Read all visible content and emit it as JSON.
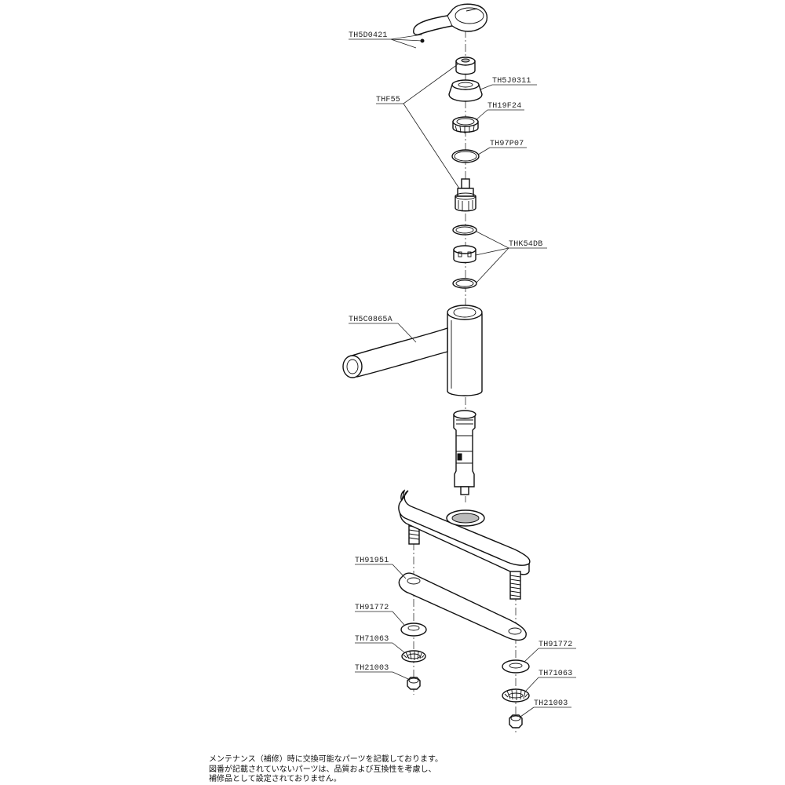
{
  "parts": [
    {
      "key": "handle",
      "label": "TH5D0421"
    },
    {
      "key": "screw-cap",
      "label": "THF55"
    },
    {
      "key": "cover",
      "label": "TH5J0311"
    },
    {
      "key": "nut-ring",
      "label": "TH19F24"
    },
    {
      "key": "o-ring",
      "label": "TH97P07"
    },
    {
      "key": "seal-kit",
      "label": "THK54DB"
    },
    {
      "key": "spout-body",
      "label": "TH5C0865A"
    },
    {
      "key": "gasket",
      "label": "TH91951"
    },
    {
      "key": "washer-left",
      "label": "TH91772"
    },
    {
      "key": "toothed-washer-left",
      "label": "TH71063"
    },
    {
      "key": "nut-left",
      "label": "TH21003"
    },
    {
      "key": "washer-right",
      "label": "TH91772"
    },
    {
      "key": "toothed-washer-right",
      "label": "TH71063"
    },
    {
      "key": "nut-right",
      "label": "TH21003"
    }
  ],
  "note": {
    "line1": "メンテナンス（補修）時に交換可能なパーツを記載しております。",
    "line2": "図番が記載されていないパーツは、品質および互換性を考慮し、",
    "line3": "補修品として設定されておりません。"
  }
}
